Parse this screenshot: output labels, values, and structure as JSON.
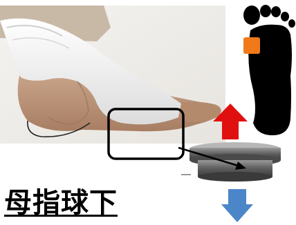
{
  "label": "母指球下",
  "colors": {
    "sole_marker": "#f07a1a",
    "arrow_up": "#e01010",
    "arrow_down": "#4a86c8",
    "highlight_box": "#000000",
    "sensor_body": "#6b6b6b"
  },
  "icons": {
    "foot_sole": "foot-sole-silhouette",
    "arrow_up": "arrow-up",
    "arrow_down": "arrow-down",
    "pointer_arrow": "pointer-arrow"
  }
}
